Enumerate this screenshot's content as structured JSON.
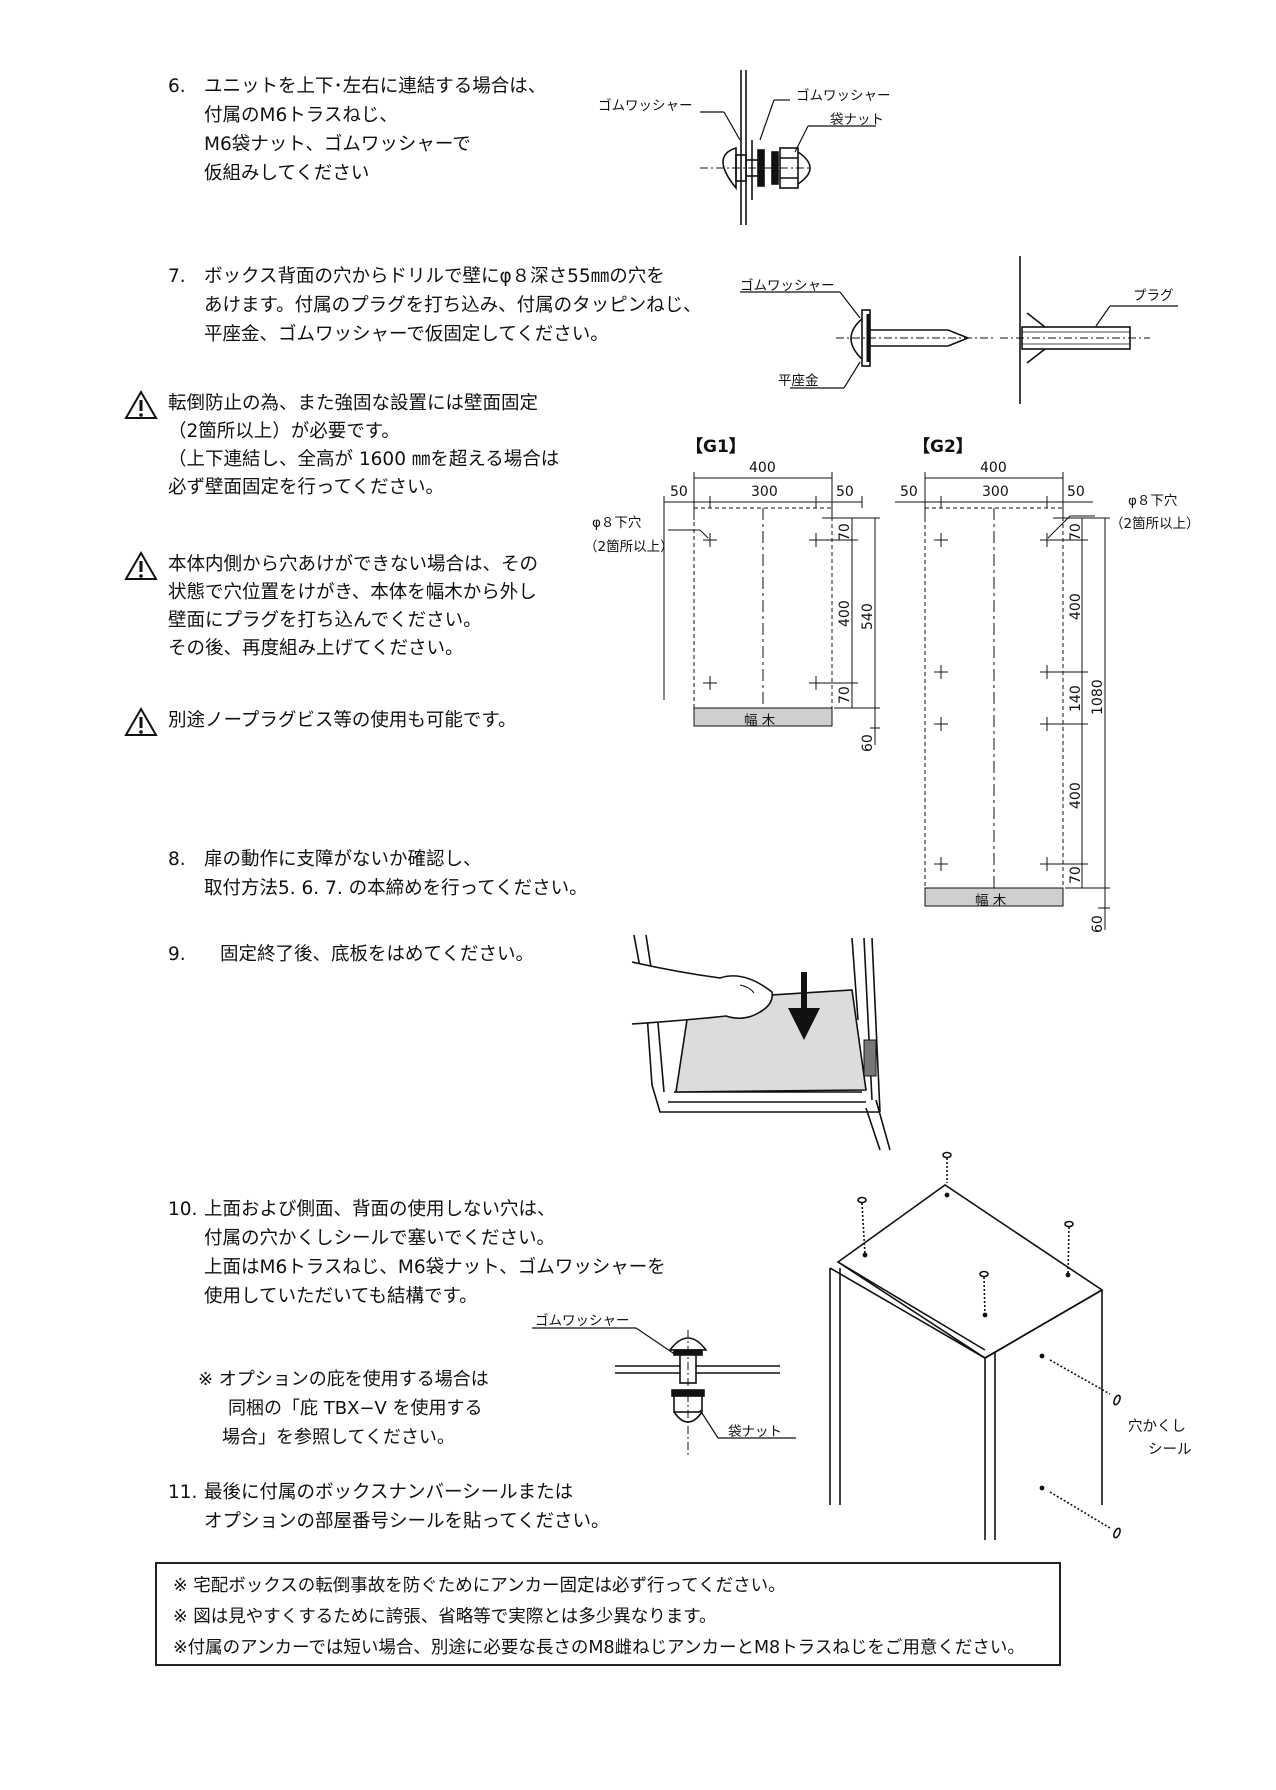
{
  "steps": [
    {
      "num": "6.",
      "lines": [
        "ユニットを上下･左右に連結する場合は、",
        "付属のM6トラスねじ、",
        "M6袋ナット、ゴムワッシャーで",
        "仮組みしてください"
      ]
    },
    {
      "num": "7.",
      "lines": [
        "ボックス背面の穴からドリルで壁にφ８深さ55㎜の穴を",
        "あけます。付属のプラグを打ち込み、付属のタッピンねじ、",
        "平座金、ゴムワッシャーで仮固定してください。"
      ]
    },
    {
      "num": "8.",
      "lines": [
        "扉の動作に支障がないか確認し、",
        "取付方法5. 6. 7. の本締めを行ってください。"
      ]
    },
    {
      "num": "9.",
      "lines": [
        "固定終了後、底板をはめてください。"
      ]
    },
    {
      "num": "10.",
      "lines": [
        "上面および側面、背面の使用しない穴は、",
        "付属の穴かくしシールで塞いでください。",
        "上面はM6トラスねじ、M6袋ナット、ゴムワッシャーを",
        "使用していただいても結構です。"
      ]
    },
    {
      "num": "11.",
      "lines": [
        "最後に付属のボックスナンバーシールまたは",
        "オプションの部屋番号シールを貼ってください。"
      ]
    }
  ],
  "warnings": [
    {
      "lines": [
        "転倒防止の為、また強固な設置には壁面固定",
        "（2箇所以上）が必要です。",
        "（上下連結し、全高が 1600 ㎜を超える場合は",
        "必ず壁面固定を行ってください。"
      ]
    },
    {
      "lines": [
        "本体内側から穴あけができない場合は、その",
        "状態で穴位置をけがき、本体を幅木から外し",
        "壁面にプラグを打ち込んでください。",
        "その後、再度組み上げてください。"
      ]
    },
    {
      "lines": [
        "別途ノープラグビス等の使用も可能です。"
      ]
    }
  ],
  "option_note": {
    "lines": [
      "※ オプションの庇を使用する場合は",
      "同梱の「庇 TBX−V を使用する",
      "場合」を参照してください。"
    ]
  },
  "figure_labels": {
    "rubber_washer": "ゴムワッシャー",
    "cap_nut": "袋ナット",
    "plug": "プラグ",
    "flat_washer": "平座金",
    "hole_cover_seal_1": "穴かくし",
    "hole_cover_seal_2": "シール"
  },
  "g1": {
    "title": "【G1】",
    "width_total": "400",
    "width_inner": "300",
    "margin_left": "50",
    "margin_right": "50",
    "hole_label_1": "φ８下穴",
    "hole_label_2": "（2箇所以上）",
    "dim_top": "70",
    "dim_mid": "400",
    "dim_bottom": "70",
    "dim_total": "540",
    "dim_base": "60",
    "baseboard": "幅 木"
  },
  "g2": {
    "title": "【G2】",
    "width_total": "400",
    "width_inner": "300",
    "margin_left": "50",
    "margin_right": "50",
    "hole_label_1": "φ８下穴",
    "hole_label_2": "（2箇所以上）",
    "dim_1": "70",
    "dim_2": "400",
    "dim_3": "140",
    "dim_4": "400",
    "dim_5": "70",
    "dim_total": "1080",
    "dim_base": "60",
    "baseboard": "幅 木"
  },
  "notes": [
    "※ 宅配ボックスの転倒事故を防ぐためにアンカー固定は必ず行ってください。",
    "※ 図は見やすくするために誇張、省略等で実際とは多少異なります。",
    "※付属のアンカーでは短い場合、別途に必要な長さのM8雌ねじアンカーとM8トラスねじをご用意ください。"
  ]
}
